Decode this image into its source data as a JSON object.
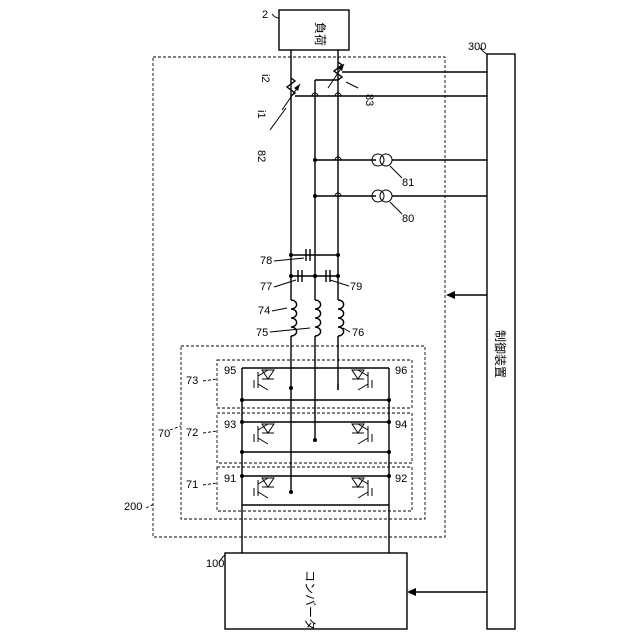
{
  "blocks": {
    "load": {
      "ref": "2",
      "name": "負荷"
    },
    "controller": {
      "ref": "300",
      "name": "制御装置"
    },
    "converter": {
      "ref": "100",
      "name": "コンバータ"
    },
    "inverter_device": {
      "ref": "200"
    },
    "inverter_circuit": {
      "ref": "70"
    },
    "legs": [
      "71",
      "72",
      "73"
    ]
  },
  "switches": [
    "91",
    "92",
    "93",
    "94",
    "95",
    "96"
  ],
  "reactors": [
    "74",
    "75",
    "76"
  ],
  "capacitors": [
    "77",
    "78",
    "79"
  ],
  "current_sensors": [
    "80",
    "81"
  ],
  "voltage_sensors": [
    "82",
    "83"
  ],
  "signals": {
    "i1": "i1",
    "i2": "i2"
  }
}
